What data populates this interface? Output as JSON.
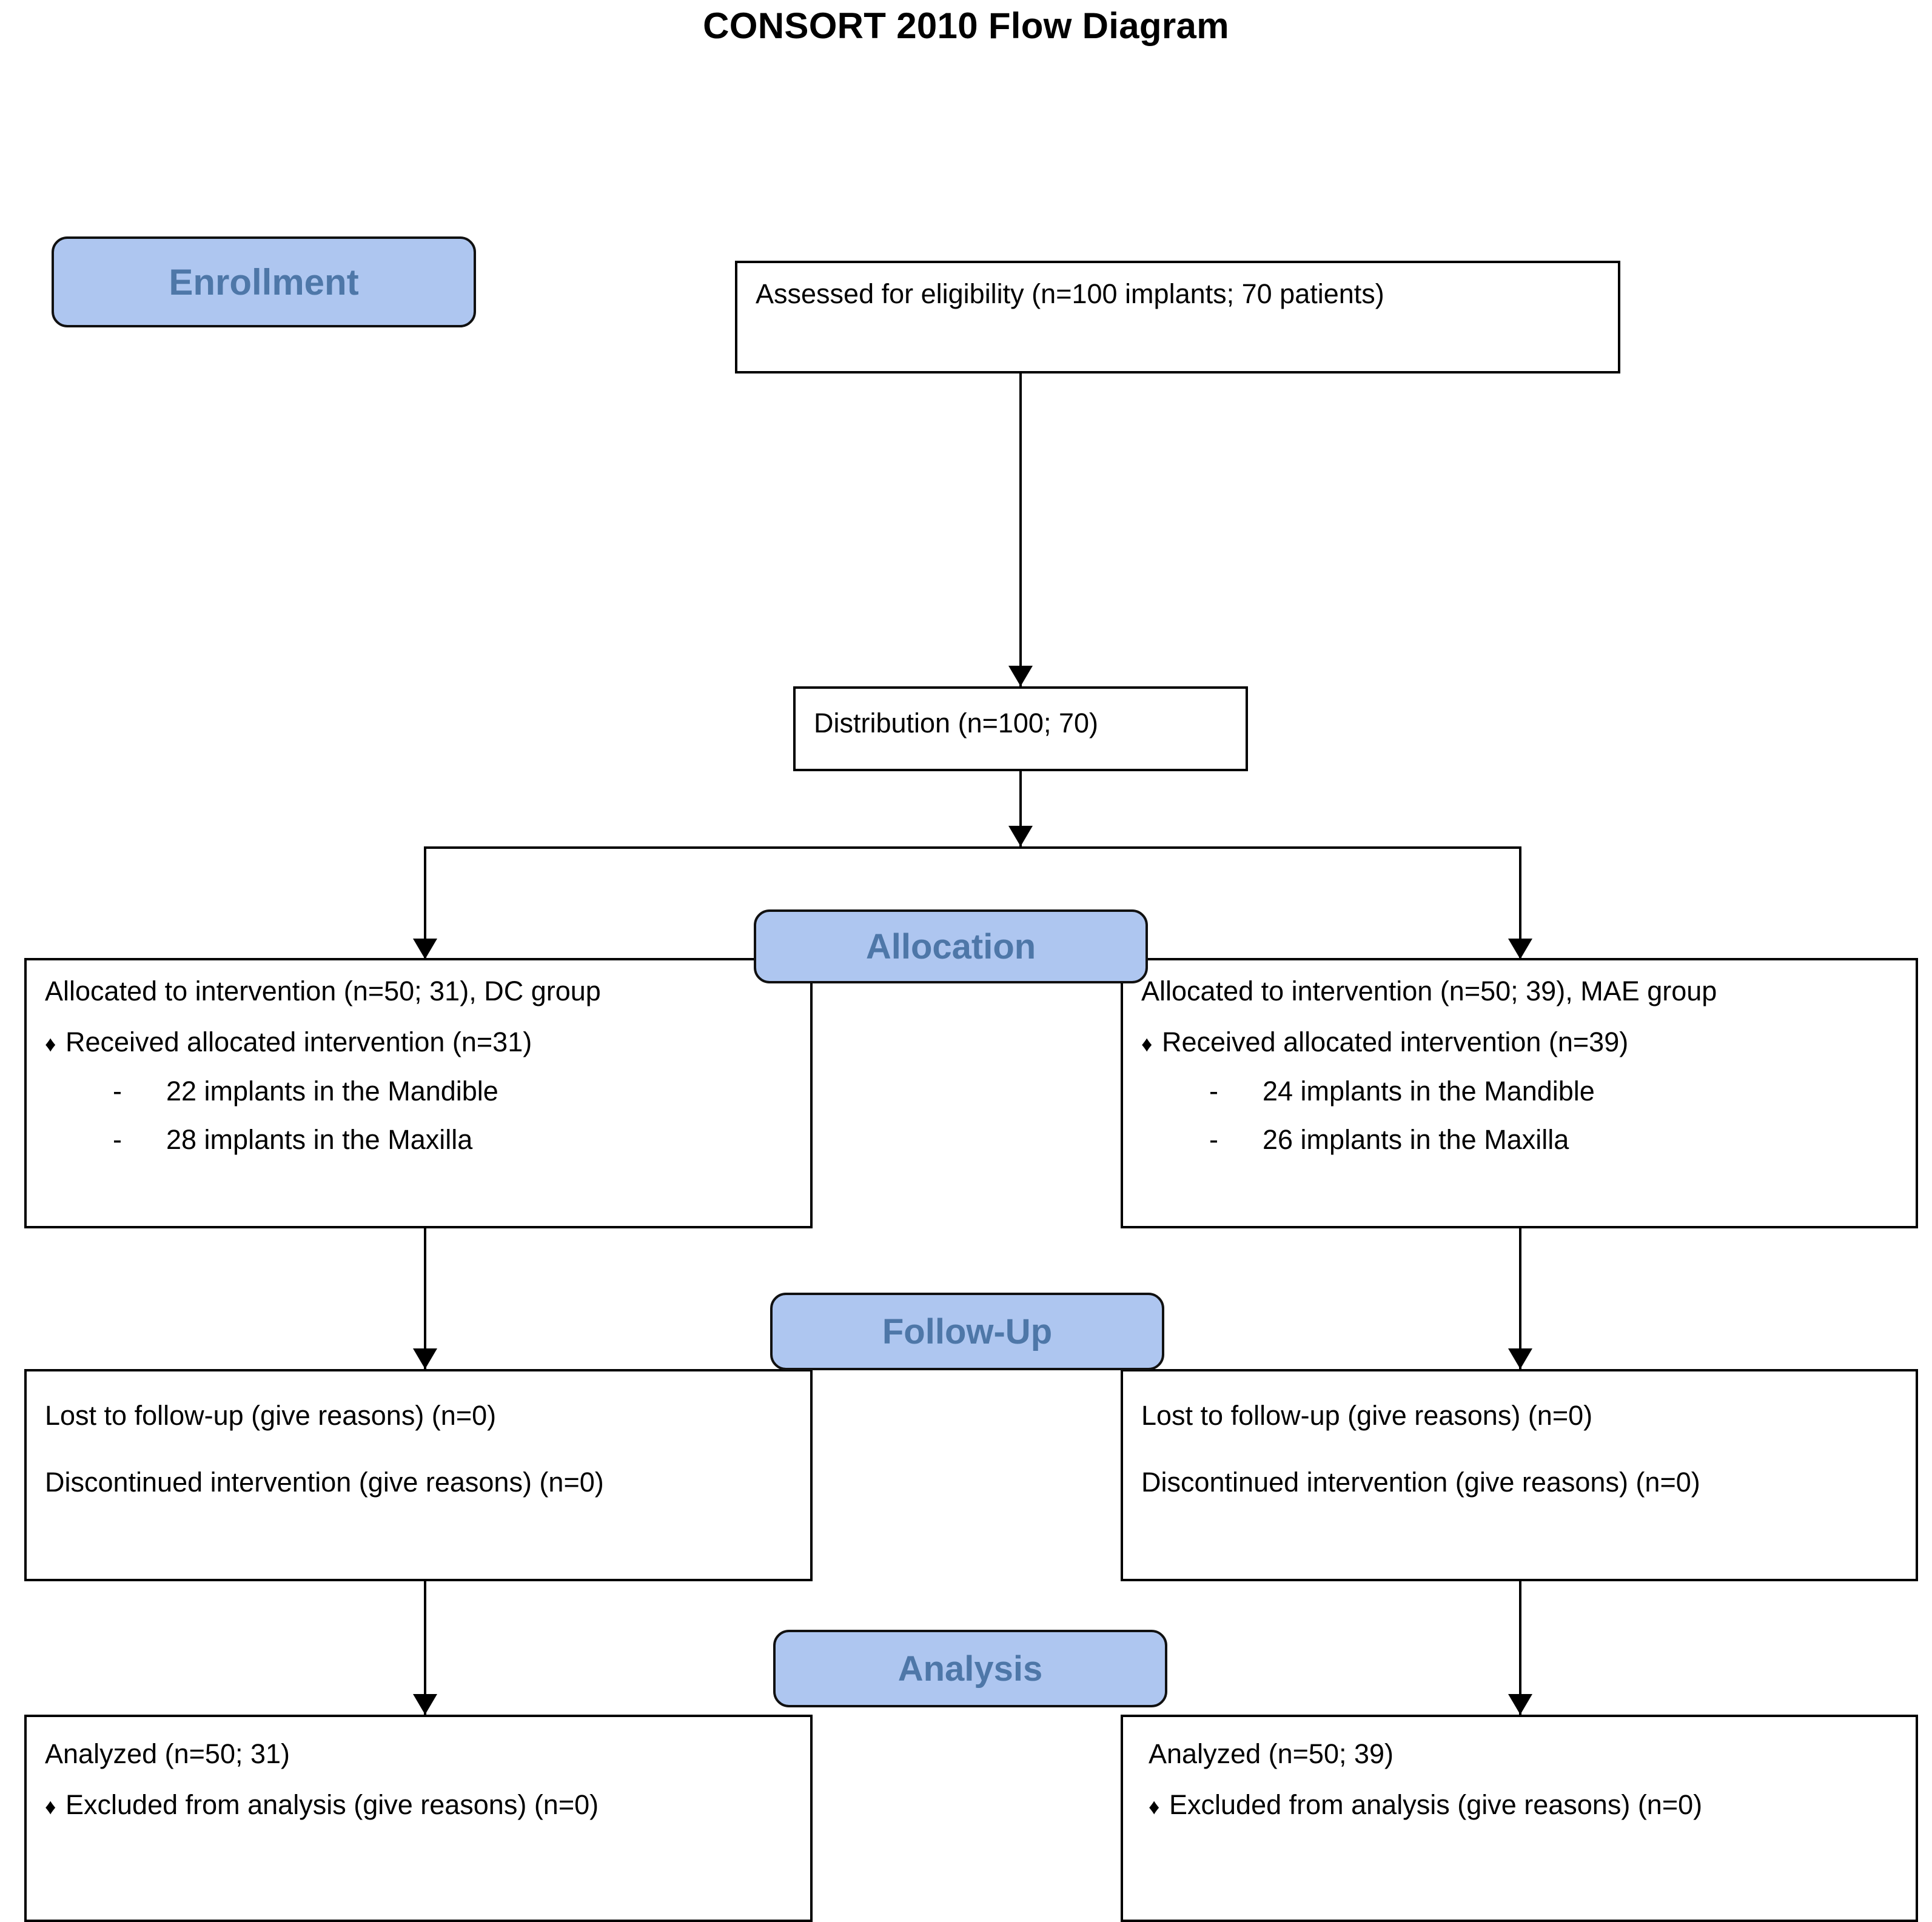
{
  "title": "CONSORT 2010 Flow Diagram",
  "stages": {
    "enrollment": "Enrollment",
    "allocation": "Allocation",
    "followup": "Follow-Up",
    "analysis": "Analysis"
  },
  "colors": {
    "pill_fill": "#AEC6F0",
    "pill_text": "#4E77A8",
    "pill_border": "#111111",
    "box_border": "#000000",
    "box_fill": "#FFFFFF",
    "text": "#000000"
  },
  "nodes": {
    "eligibility": {
      "text": "Assessed for eligibility (n=100 implants; 70 patients)"
    },
    "distribution": {
      "text": "Distribution (n=100; 70)"
    },
    "allocation_left": {
      "heading": "Allocated to intervention (n=50; 31), DC group",
      "bullet_mark": "♦",
      "bullet": "Received allocated intervention (n=31)",
      "dash_mark": "-",
      "sub_items": [
        "22 implants in the Mandible",
        "28 implants in the Maxilla"
      ]
    },
    "allocation_right": {
      "heading": "Allocated to intervention (n=50; 39), MAE group",
      "bullet_mark": "♦",
      "bullet": "Received allocated intervention (n=39)",
      "dash_mark": "-",
      "sub_items": [
        "24 implants in the Mandible",
        "26 implants in the Maxilla"
      ]
    },
    "followup_left": {
      "line1": "Lost to follow-up (give reasons) (n=0)",
      "line2": "Discontinued intervention (give reasons) (n=0)"
    },
    "followup_right": {
      "line1": "Lost to follow-up (give reasons) (n=0)",
      "line2": "Discontinued intervention (give reasons) (n=0)"
    },
    "analysis_left": {
      "heading": "Analyzed (n=50; 31)",
      "bullet_mark": "♦",
      "bullet": "Excluded from analysis (give reasons) (n=0)"
    },
    "analysis_right": {
      "heading": "Analyzed (n=50; 39)",
      "bullet_mark": "♦",
      "bullet": "Excluded from analysis (give reasons) (n=0)"
    }
  },
  "flow": {
    "type": "flowchart",
    "orientation": "top-down",
    "edges": [
      {
        "from": "eligibility",
        "to": "distribution",
        "arrow": true
      },
      {
        "from": "distribution",
        "to": "split",
        "arrow": true
      },
      {
        "from": "split",
        "to": "allocation_left",
        "arrow": true
      },
      {
        "from": "split",
        "to": "allocation_right",
        "arrow": true
      },
      {
        "from": "allocation_left",
        "to": "followup_left",
        "arrow": true
      },
      {
        "from": "allocation_right",
        "to": "followup_right",
        "arrow": true
      },
      {
        "from": "followup_left",
        "to": "analysis_left",
        "arrow": true
      },
      {
        "from": "followup_right",
        "to": "analysis_right",
        "arrow": true
      }
    ]
  }
}
